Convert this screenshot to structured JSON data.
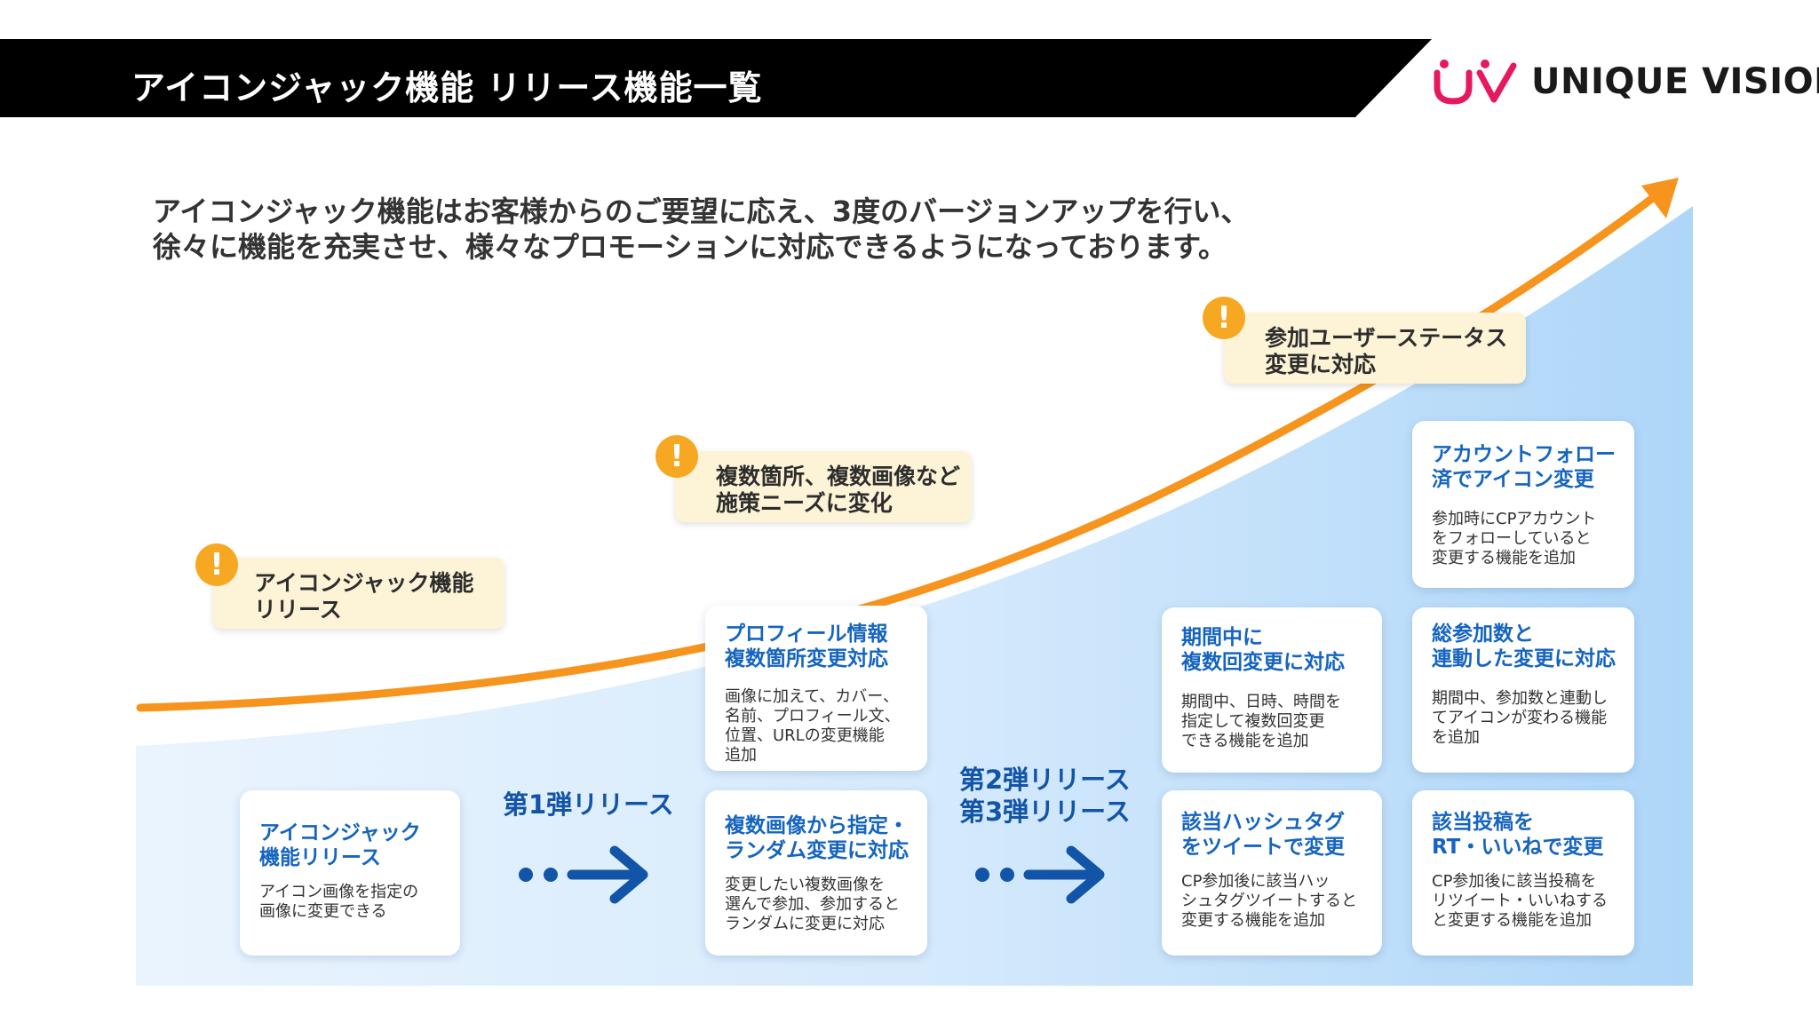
{
  "header": {
    "title": "アイコンジャック機能 リリース機能一覧",
    "brand": "UNIQUE VISION",
    "brand_mark": "UV"
  },
  "intro": {
    "line1": "アイコンジャック機能はお客様からのご要望に応え、3度のバージョンアップを行い、",
    "line2": "徐々に機能を充実させ、様々なプロモーションに対応できるようになっております。"
  },
  "notes": [
    {
      "line1": "アイコンジャック機能",
      "line2": "リリース"
    },
    {
      "line1": "複数箇所、複数画像など",
      "line2": "施策ニーズに変化"
    },
    {
      "line1": "参加ユーザーステータス",
      "line2": "変更に対応"
    }
  ],
  "releases": {
    "first": "第1弾リリース",
    "second": "第2弾リリース",
    "third": "第3弾リリース",
    "arrow_dots": "••"
  },
  "cards": {
    "initial": {
      "title1": "アイコンジャック",
      "title2": "機能リリース",
      "desc1": "アイコン画像を指定の",
      "desc2": "画像に変更できる"
    },
    "profile": {
      "title1": "プロフィール情報",
      "title2": "複数箇所変更対応",
      "desc1": "画像に加えて、カバー、",
      "desc2": "名前、プロフィール文、",
      "desc3": "位置、URLの変更機能",
      "desc4": "追加"
    },
    "random": {
      "title1": "複数画像から指定・",
      "title2": "ランダム変更に対応",
      "desc1": "変更したい複数画像を",
      "desc2": "選んで参加、参加すると",
      "desc3": "ランダムに変更に対応"
    },
    "period": {
      "title1": "期間中に",
      "title2": "複数回変更に対応",
      "desc1": "期間中、日時、時間を",
      "desc2": "指定して複数回変更",
      "desc3": "できる機能を追加"
    },
    "hashtag": {
      "title1": "該当ハッシュタグ",
      "title2": "をツイートで変更",
      "desc1": "CP参加後に該当ハッ",
      "desc2": "シュタグツイートすると",
      "desc3": "変更する機能を追加"
    },
    "follow": {
      "title1": "アカウントフォロー",
      "title2": "済でアイコン変更",
      "desc1": "参加時にCPアカウント",
      "desc2": "をフォローしていると",
      "desc3": "変更する機能を追加"
    },
    "total": {
      "title1": "総参加数と",
      "title2": "連動した変更に対応",
      "desc1": "期間中、参加数と連動し",
      "desc2": "てアイコンが変わる機能",
      "desc3": "を追加"
    },
    "retweet": {
      "title1": "該当投稿を",
      "title2": "RT・いいねで変更",
      "desc1": "CP参加後に該当投稿を",
      "desc2": "リツイート・いいねする",
      "desc3": "と変更する機能を追加"
    }
  },
  "colors": {
    "header_bg": "#000000",
    "accent_orange": "#f7941d",
    "card_title_blue": "#1565c0",
    "release_blue": "#1254a8",
    "note_bg": "#fdf3d6",
    "brand_pink": "#e6195f"
  }
}
